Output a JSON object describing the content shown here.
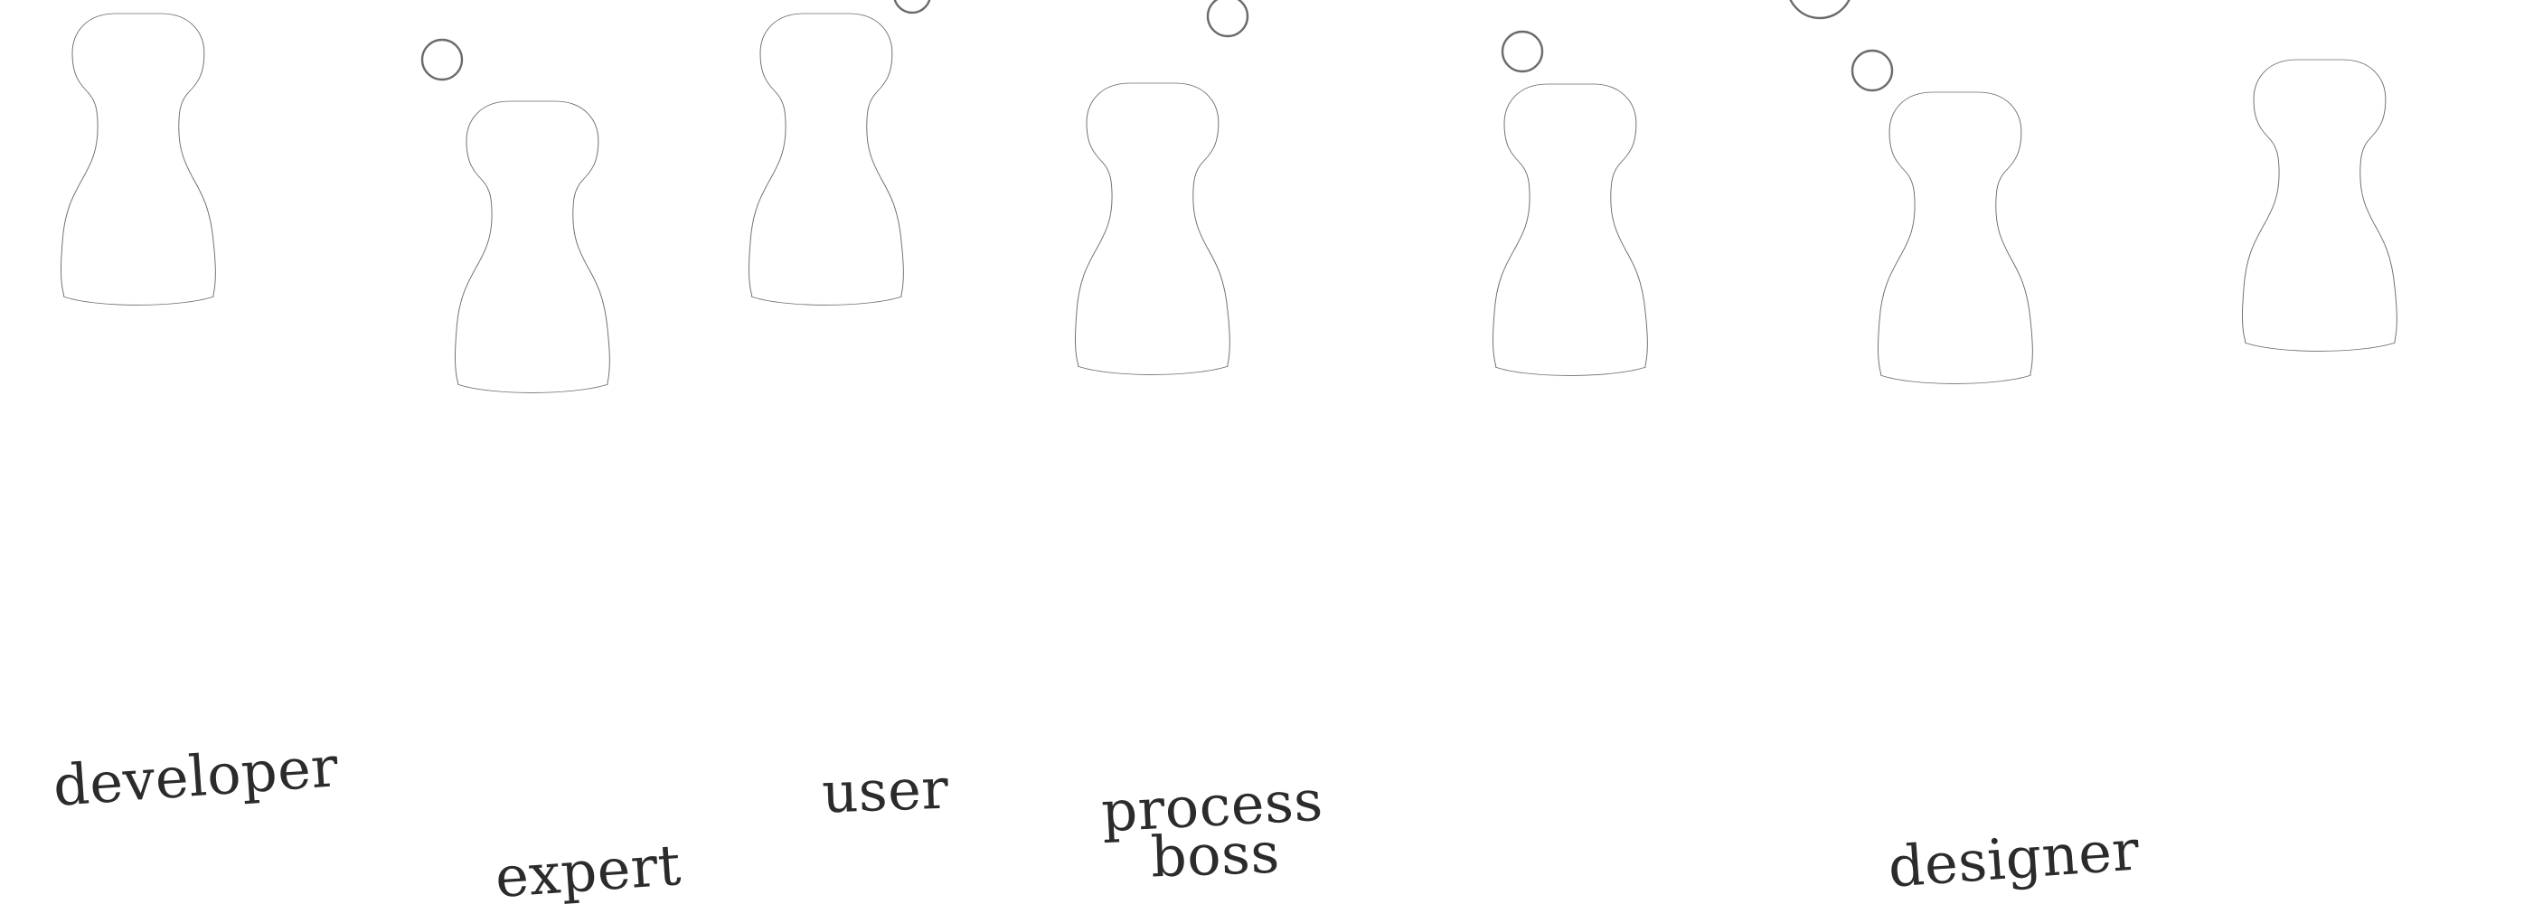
{
  "diagram": {
    "colors": {
      "background": "#ffffff",
      "outline": "#6b6b6b",
      "label_text": "#2b2b2b"
    },
    "figures": [
      {
        "id": "developer",
        "label_lines": [
          "developer"
        ]
      },
      {
        "id": "expert",
        "label_lines": [
          "expert"
        ]
      },
      {
        "id": "user",
        "label_lines": [
          "user"
        ]
      },
      {
        "id": "process-boss",
        "label_lines": [
          "process",
          "boss"
        ]
      },
      {
        "id": "unlabeled-1",
        "label_lines": []
      },
      {
        "id": "designer",
        "label_lines": [
          "designer"
        ]
      },
      {
        "id": "unlabeled-2",
        "label_lines": []
      }
    ],
    "thought_bubbles": [
      "bubble-1",
      "bubble-2",
      "bubble-3",
      "bubble-4",
      "bubble-5",
      "bubble-6"
    ]
  }
}
